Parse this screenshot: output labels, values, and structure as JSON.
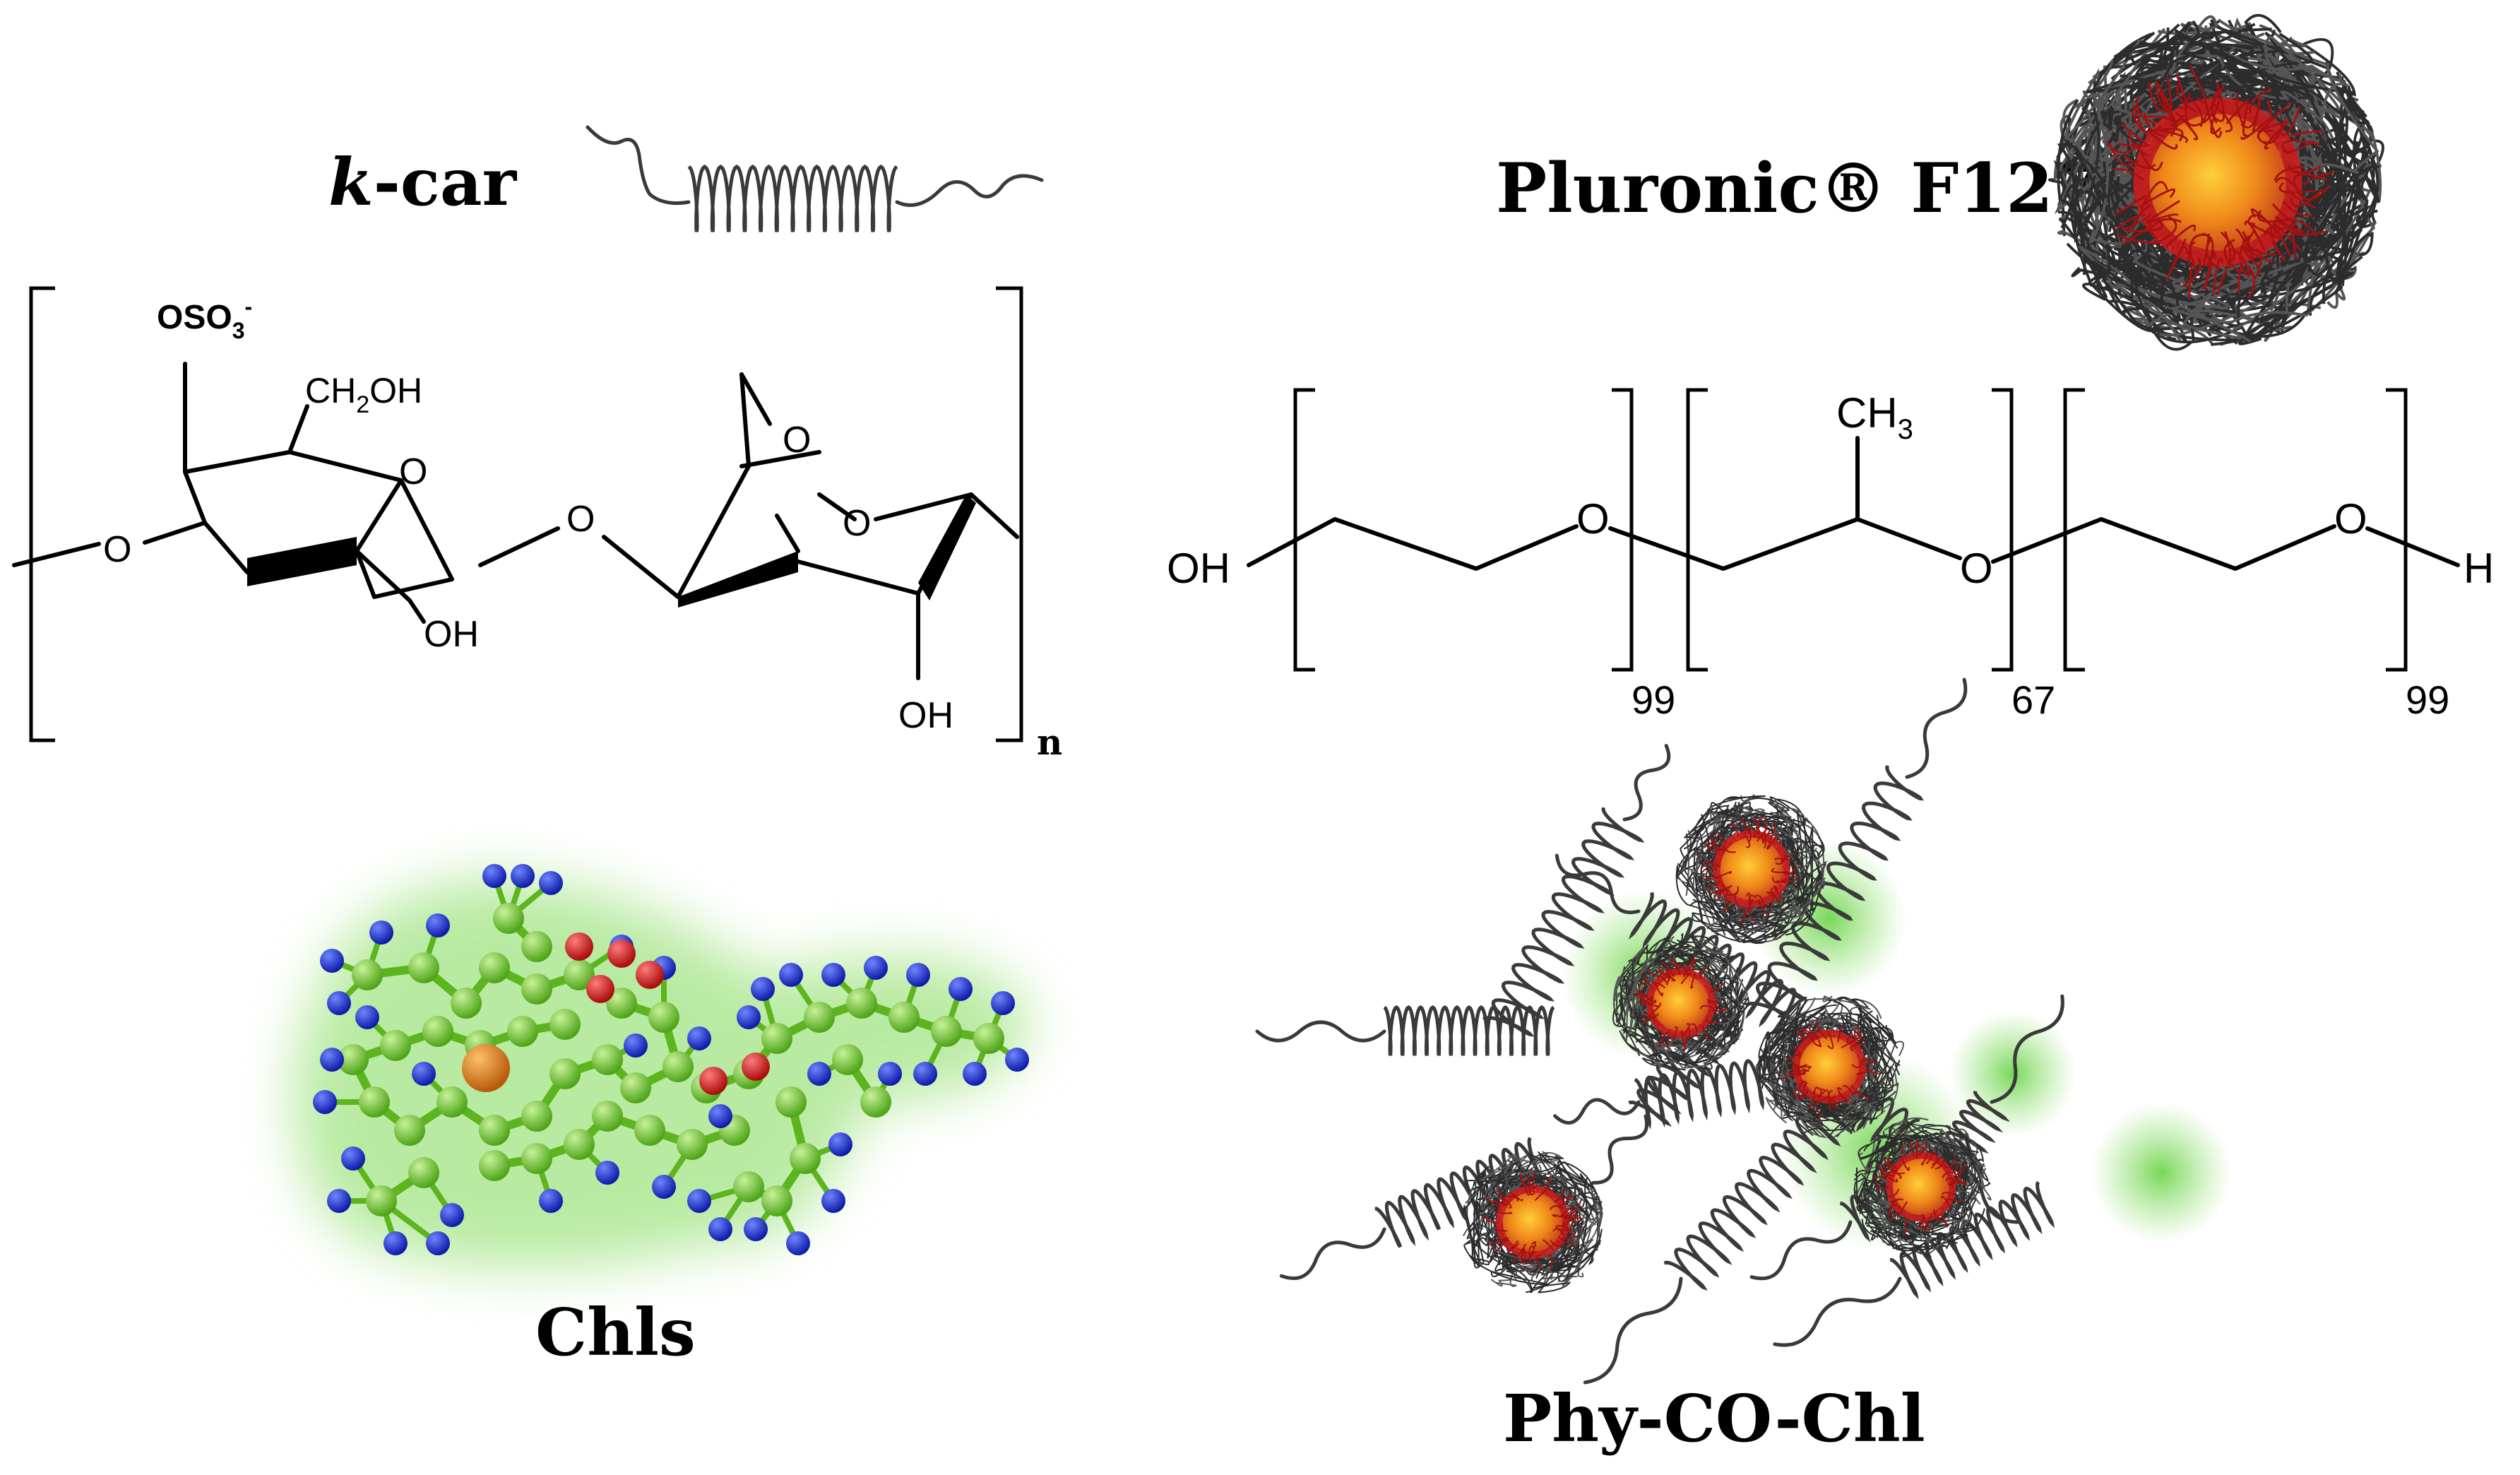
{
  "labels": {
    "kcar_italic": "k",
    "kcar_rest": "-car",
    "pluronic": "Pluronic® F127",
    "chls": "Chls",
    "phy": "Phy-CO-Chl"
  },
  "kcar_structure": {
    "oso3": "OSO",
    "oso3_sub": "3",
    "oso3_sup": "-",
    "ch2oh_a": "CH",
    "ch2oh_sub": "2",
    "ch2oh_b": "OH",
    "ring_o": "O",
    "link_o": "O",
    "left_o": "O",
    "bridge_o": "O",
    "ring2_o": "O",
    "oh1": "OH",
    "oh2": "OH",
    "repeat_n": "n"
  },
  "pluronic_structure": {
    "oh": "OH",
    "o1": "O",
    "o2": "O",
    "o3": "O",
    "ch3_a": "CH",
    "ch3_sub": "3",
    "h": "H",
    "n1": "99",
    "n2": "67",
    "n3": "99"
  },
  "colors": {
    "carbon": "#6fc62a",
    "hydrogen": "#1b2fd1",
    "oxygen": "#d41818",
    "metal": "#d87a1a",
    "glow": "#9be27a",
    "micelle_core": "#f08a1a",
    "micelle_shell": "#cc1d1d",
    "coil": "#3a3a3a"
  }
}
